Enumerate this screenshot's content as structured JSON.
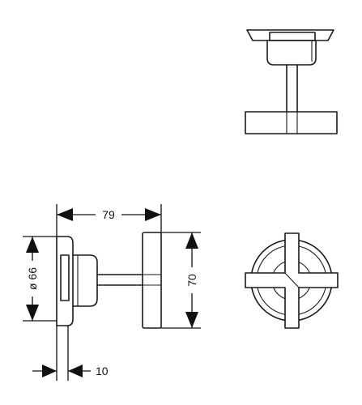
{
  "diagram": {
    "dimensions": {
      "overall_length": "79",
      "base_diameter": "ø 66",
      "handle_height": "70",
      "flange_thickness": "10"
    }
  }
}
